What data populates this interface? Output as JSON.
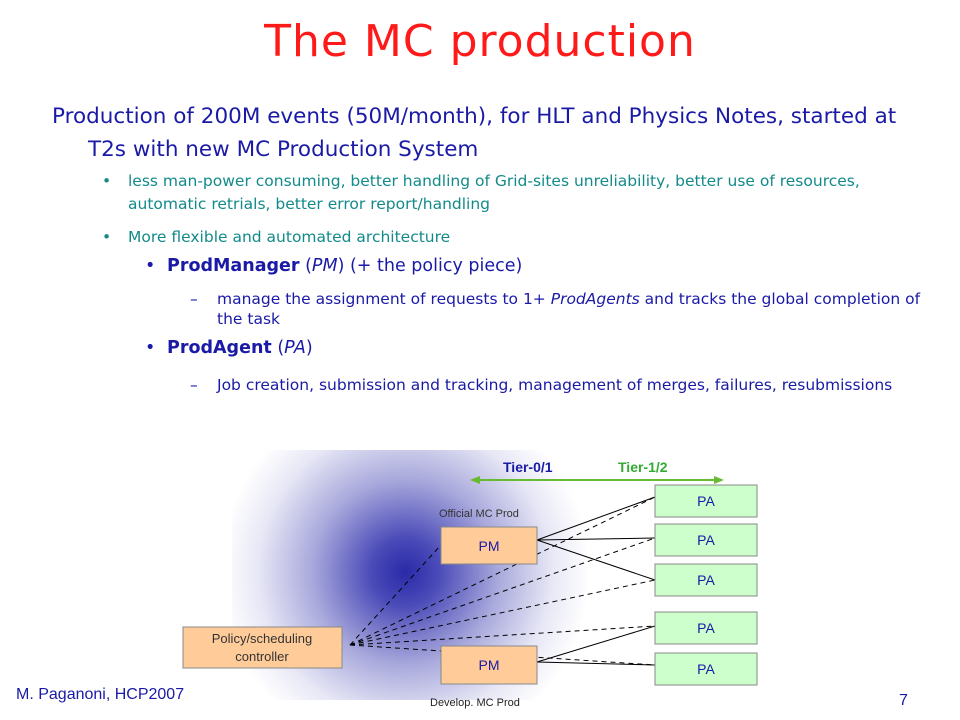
{
  "title": "The MC production",
  "main_point": "Production of 200M events (50M/month), for HLT and Physics Notes, started at T2s with new MC Production System",
  "bullets": [
    "less man-power consuming, better handling of Grid-sites unreliability, better use of resources, automatic retrials, better error report/handling",
    "More flexible and automated architecture"
  ],
  "prodmanager": {
    "name": "ProdManager",
    "abbr": "PM",
    "suffix": " (+ the policy piece)",
    "detail_prefix": "manage the assignment of requests to 1+ ",
    "detail_em": "ProdAgents",
    "detail_suffix": " and tracks the global completion of the task"
  },
  "prodagent": {
    "name": "ProdAgent",
    "abbr": "PA",
    "detail": "Job creation, submission and tracking, management of merges, failures, resubmissions"
  },
  "diagram": {
    "tier_left": "Tier-0/1",
    "tier_right": "Tier-1/2",
    "official_label": "Official MC Prod",
    "develop_label": "Develop. MC Prod",
    "pm_label": "PM",
    "pa_label": "PA",
    "controller_line1": "Policy/scheduling",
    "controller_line2": "controller",
    "colors": {
      "box_green": "#ccffcc",
      "box_orange": "#ffcc99",
      "arrow_green": "#66bb33",
      "tier_right_text": "#33aa33",
      "glow_center": "#2a2aa8"
    }
  },
  "footer": {
    "author": "M. Paganoni, HCP2007",
    "page": "7"
  }
}
